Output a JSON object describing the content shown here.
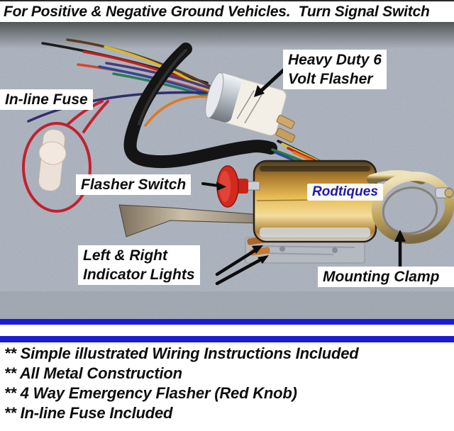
{
  "banner": {
    "title": "For Positive & Negative Ground Vehicles.  Turn Signal Switch"
  },
  "labels": {
    "flasher_line1": "Heavy Duty 6",
    "flasher_line2": "Volt Flasher",
    "inline_fuse": "In-line Fuse",
    "flasher_switch": "Flasher Switch",
    "brand": "Rodtiques",
    "indicator_line1": "Left & Right",
    "indicator_line2": "Indicator Lights",
    "mounting_clamp": "Mounting Clamp"
  },
  "features": [
    "** Simple illustrated Wiring Instructions Included",
    "** All Metal Construction",
    "** 4 Way Emergency Flasher (Red Knob)",
    "** In-line Fuse Included"
  ],
  "colors": {
    "separator_blue": "#1b1bd6",
    "brand_blue": "#1c1cae",
    "knob_red": "#d22a1e",
    "carpet_gray": "#a9b1bd",
    "label_background": "#ffffff",
    "text_black": "#0d0d0d"
  }
}
